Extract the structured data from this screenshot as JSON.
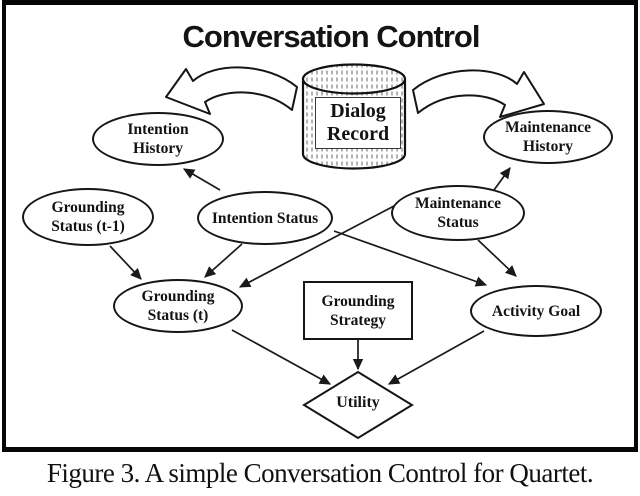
{
  "colors": {
    "ink": "#1a1a1a",
    "paper": "#ffffff"
  },
  "title": "Conversation Control",
  "caption": "Figure 3. A simple Conversation Control for Quartet.",
  "database": {
    "line1": "Dialog",
    "line2": "Record"
  },
  "nodes": {
    "intention_history": {
      "shape": "ellipse",
      "line1": "Intention",
      "line2": "History"
    },
    "maintenance_history": {
      "shape": "ellipse",
      "line1": "Maintenance",
      "line2": "History"
    },
    "grounding_status_t1": {
      "shape": "ellipse",
      "line1": "Grounding",
      "line2": "Status (t-1)"
    },
    "intention_status": {
      "shape": "ellipse",
      "line1": "Intention Status",
      "line2": ""
    },
    "maintenance_status": {
      "shape": "ellipse",
      "line1": "Maintenance",
      "line2": "Status"
    },
    "grounding_status_t": {
      "shape": "ellipse",
      "line1": "Grounding",
      "line2": "Status (t)"
    },
    "grounding_strategy": {
      "shape": "rectangle",
      "line1": "Grounding",
      "line2": "Strategy"
    },
    "activity_goal": {
      "shape": "ellipse",
      "line1": "Activity Goal",
      "line2": ""
    },
    "utility": {
      "shape": "diamond",
      "line1": "Utility",
      "line2": ""
    }
  },
  "edges": [
    {
      "from": "Dialog Record",
      "to": "Intention History",
      "style": "curved-block-arrow"
    },
    {
      "from": "Dialog Record",
      "to": "Maintenance History",
      "style": "curved-block-arrow"
    },
    {
      "from": "Intention Status",
      "to": "Intention History",
      "style": "arrow"
    },
    {
      "from": "Maintenance Status",
      "to": "Maintenance History",
      "style": "arrow"
    },
    {
      "from": "Grounding Status (t-1)",
      "to": "Grounding Status (t)",
      "style": "arrow"
    },
    {
      "from": "Intention Status",
      "to": "Grounding Status (t)",
      "style": "arrow"
    },
    {
      "from": "Maintenance Status",
      "to": "Grounding Status (t)",
      "style": "arrow"
    },
    {
      "from": "Intention Status",
      "to": "Activity Goal",
      "style": "arrow"
    },
    {
      "from": "Maintenance Status",
      "to": "Activity Goal",
      "style": "arrow"
    },
    {
      "from": "Grounding Status (t)",
      "to": "Utility",
      "style": "arrow"
    },
    {
      "from": "Activity Goal",
      "to": "Utility",
      "style": "arrow"
    },
    {
      "from": "Grounding Strategy",
      "to": "Utility",
      "style": "arrow"
    }
  ]
}
